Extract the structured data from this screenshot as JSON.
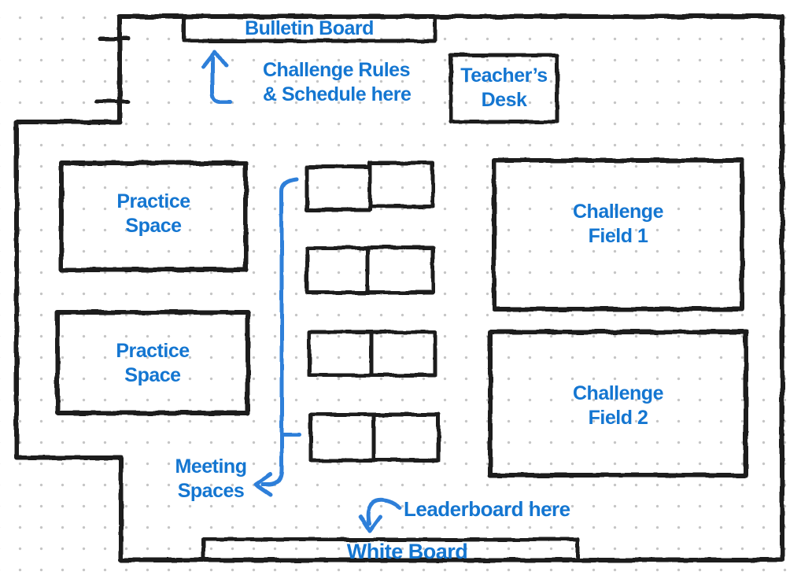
{
  "colors": {
    "background": "#ffffff",
    "grid_dot": "#c5c5c5",
    "wall_ink": "#1f1f1f",
    "label_blue": "#1476d1",
    "annotation_blue": "#2e7fd9"
  },
  "areas": {
    "bulletin_board": {
      "label": "Bulletin Board"
    },
    "teachers_desk": {
      "line1": "Teacher’s",
      "line2": "Desk"
    },
    "practice_space_top": {
      "line1": "Practice",
      "line2": "Space"
    },
    "practice_space_bottom": {
      "line1": "Practice",
      "line2": "Space"
    },
    "challenge_field_1": {
      "line1": "Challenge",
      "line2": "Field 1"
    },
    "challenge_field_2": {
      "line1": "Challenge",
      "line2": "Field 2"
    },
    "white_board": {
      "label": "White Board"
    }
  },
  "annotations": {
    "rules": {
      "line1": "Challenge Rules",
      "line2": "& Schedule here"
    },
    "meeting_spaces": {
      "line1": "Meeting",
      "line2": "Spaces"
    },
    "leaderboard": {
      "label": "Leaderboard here"
    }
  }
}
